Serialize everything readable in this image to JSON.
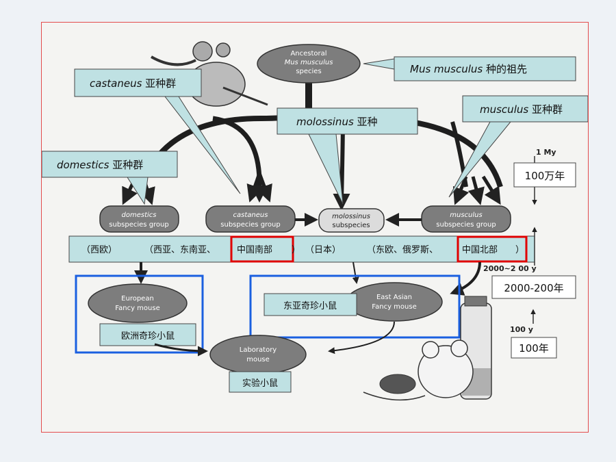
{
  "ancestor": {
    "line1": "Ancestoral",
    "line2": "Mus musculus",
    "line3": "species"
  },
  "callouts": {
    "ancestor_cn": {
      "it": "Mus musculus",
      "cn": " 种的祖先"
    },
    "castaneus_cn": {
      "it": "castaneus",
      "cn": " 亚种群"
    },
    "molossinus_cn": {
      "it": "molossinus",
      "cn": " 亚种"
    },
    "musculus_cn": {
      "it": "musculus",
      "cn": " 亚种群"
    },
    "domestics_cn": {
      "it": "domestics",
      "cn": " 亚种群"
    }
  },
  "groups": {
    "domestics": {
      "line1": "domestics",
      "line2": "subspecies group"
    },
    "castaneus": {
      "line1": "castaneus",
      "line2": "subspecies group"
    },
    "molossinus": {
      "line1": "molossinus",
      "line2": "subspecies"
    },
    "musculus": {
      "line1": "musculus",
      "line2": "subspecies group"
    }
  },
  "regions": {
    "west_europe": "（西欧）",
    "west_asia_prefix": "（西亚、东南亚、",
    "south_china": "中国南部",
    "close1": "）",
    "japan": "（日本）",
    "east_prefix": "（东欧、俄罗斯、",
    "north_china": "中国北部",
    "close2": "）"
  },
  "fancy": {
    "european": {
      "line1": "European",
      "line2": "Fancy mouse",
      "cn": "欧洲奇珍小鼠"
    },
    "east_asian": {
      "line1": "East Asian",
      "line2": "Fancy mouse",
      "cn": "东亚奇珍小鼠"
    }
  },
  "lab": {
    "line1": "Laboratory",
    "line2": "mouse",
    "cn": "实验小鼠"
  },
  "timeline": {
    "t1_en": "1 My",
    "t1_cn": "100万年",
    "t2_en": "2000~2 00 y",
    "t2_cn": "2000-200年",
    "t3_en": "100 y",
    "t3_cn": "100年"
  },
  "colors": {
    "highlight_red": "#e00000",
    "highlight_blue": "#1a5fe0",
    "callout_fill": "#bfe1e3",
    "node_fill": "#7d7d7d"
  }
}
